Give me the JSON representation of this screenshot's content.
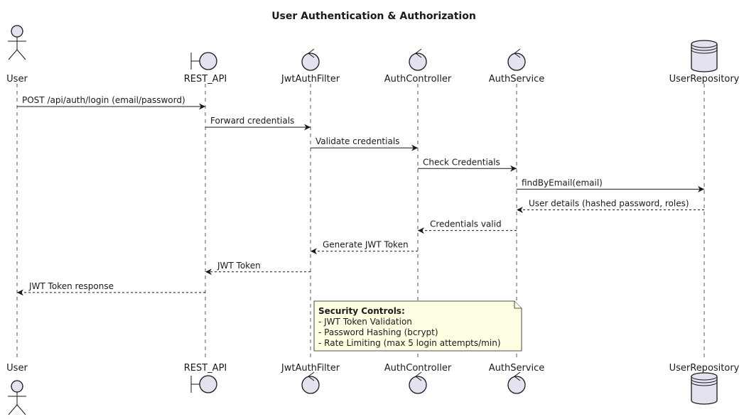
{
  "title": "User Authentication & Authorization",
  "participants": [
    {
      "id": "user",
      "name": "User",
      "kind": "actor"
    },
    {
      "id": "rest",
      "name": "REST_API",
      "kind": "boundary"
    },
    {
      "id": "jwt",
      "name": "JwtAuthFilter",
      "kind": "control"
    },
    {
      "id": "ctrl",
      "name": "AuthController",
      "kind": "control"
    },
    {
      "id": "svc",
      "name": "AuthService",
      "kind": "control"
    },
    {
      "id": "repo",
      "name": "UserRepository",
      "kind": "database"
    }
  ],
  "messages": [
    {
      "from": "user",
      "to": "rest",
      "label": "POST /api/auth/login (email/password)",
      "style": "solid"
    },
    {
      "from": "rest",
      "to": "jwt",
      "label": "Forward credentials",
      "style": "solid"
    },
    {
      "from": "jwt",
      "to": "ctrl",
      "label": "Validate credentials",
      "style": "solid"
    },
    {
      "from": "ctrl",
      "to": "svc",
      "label": "Check Credentials",
      "style": "solid"
    },
    {
      "from": "svc",
      "to": "repo",
      "label": "findByEmail(email)",
      "style": "solid"
    },
    {
      "from": "repo",
      "to": "svc",
      "label": "User details (hashed password, roles)",
      "style": "dashed"
    },
    {
      "from": "svc",
      "to": "ctrl",
      "label": "Credentials valid",
      "style": "dashed"
    },
    {
      "from": "ctrl",
      "to": "jwt",
      "label": "Generate JWT Token",
      "style": "dashed"
    },
    {
      "from": "jwt",
      "to": "rest",
      "label": "JWT Token",
      "style": "dashed"
    },
    {
      "from": "rest",
      "to": "user",
      "label": "JWT Token response",
      "style": "dashed"
    }
  ],
  "note": {
    "title": "Security Controls:",
    "lines": [
      "- JWT Token Validation",
      "- Password Hashing (bcrypt)",
      "- Rate Limiting (max 5 login attempts/min)"
    ],
    "from": "jwt",
    "to": "svc"
  },
  "colors": {
    "participant_fill": "#e2e2f0",
    "note_fill": "#fefee2",
    "line": "#181818"
  }
}
